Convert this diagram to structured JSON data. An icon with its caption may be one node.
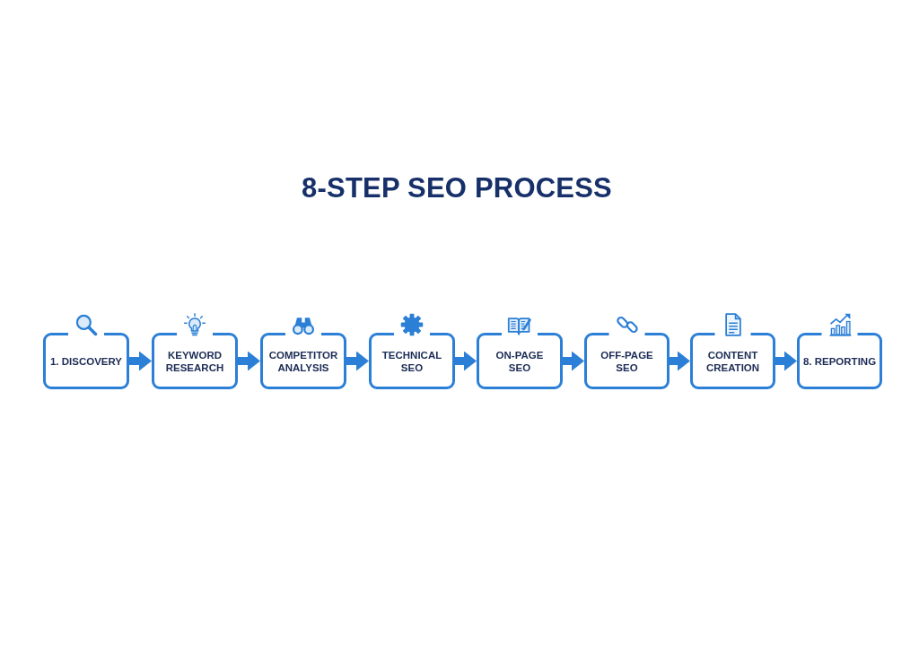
{
  "diagram": {
    "title": "8-STEP SEO PROCESS",
    "nodes": [
      {
        "text": [
          "1. DISCOVERY"
        ]
      },
      {
        "text": [
          "KEYWORD RESEARCH"
        ]
      },
      {
        "text": [
          "COMPETITOR ANALYSIS"
        ]
      },
      {
        "text": [
          "TECHNICAL SEO"
        ]
      },
      {
        "text": [
          "ON-PAGE SEO"
        ]
      },
      {
        "text": [
          "OFF-PAGE SEO"
        ]
      },
      {
        "text": [
          "CONTENT CREATION"
        ]
      },
      {
        "text": [
          "8. REPORTING"
        ]
      }
    ],
    "edges": [
      {
        "from": 0,
        "to": 1,
        "arrow": "to"
      },
      {
        "from": 1,
        "to": 2,
        "arrow": "to"
      },
      {
        "from": 2,
        "to": 3,
        "arrow": "to"
      },
      {
        "from": 3,
        "to": 4,
        "arrow": "to"
      },
      {
        "from": 4,
        "to": 5,
        "arrow": "to"
      },
      {
        "from": 5,
        "to": 6,
        "arrow": "to"
      },
      {
        "from": 6,
        "to": 7,
        "arrow": "to"
      }
    ]
  }
}
